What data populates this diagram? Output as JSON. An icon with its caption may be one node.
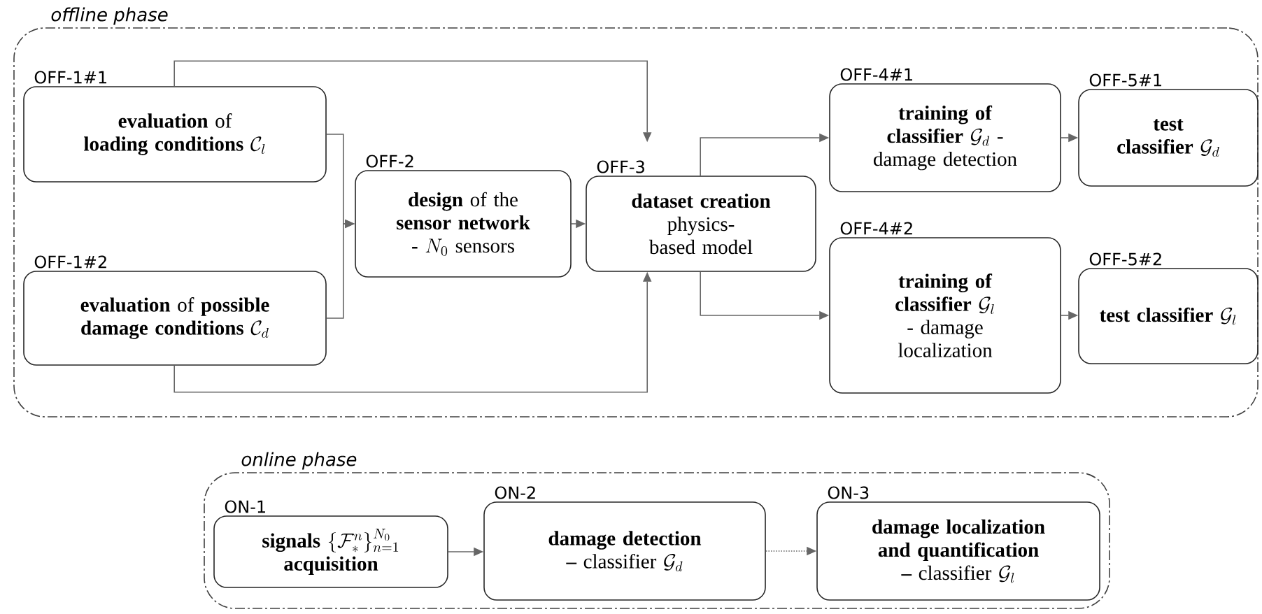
{
  "diagram": {
    "nodes": [
      {
        "text": [
          "offline phase"
        ]
      },
      {
        "text": [
          "OFF-1#1",
          "**evaluation** of **loading conditions**",
          "\\mathcal{C}_l"
        ],
        "in": 0
      },
      {
        "text": [
          "OFF-1#2",
          "**evaluation** of **possible damage conditions**",
          "\\mathcal{C}_d"
        ],
        "in": 0
      },
      {
        "text": [
          "OFF-2",
          "**design** of the **sensor network -**",
          "N_0",
          "sensors"
        ],
        "in": 0
      },
      {
        "text": [
          "OFF-3",
          "**dataset creation** physics-based model"
        ],
        "in": 0
      },
      {
        "text": [
          "OFF-4#1",
          "training of classifier",
          "\\mathcal{G}_d",
          "- damage detection"
        ],
        "in": 0
      },
      {
        "text": [
          "OFF-5#1",
          "test classifier",
          "\\mathcal{G}_d"
        ],
        "in": 0
      },
      {
        "text": [
          "OFF-4#2",
          "training of classifier",
          "\\mathcal{G}_l",
          "- damage localization"
        ],
        "in": 0
      },
      {
        "text": [
          "OFF-5#2",
          "test classifier",
          "\\mathcal{G}_l"
        ],
        "in": 0
      },
      {
        "text": [
          "online phase"
        ]
      },
      {
        "text": [
          "ON-1",
          "signals",
          "\\{\\mathcal{F}^n_*\\}_{n=1}^{N_0}",
          "acquisition"
        ],
        "in": 9
      },
      {
        "text": [
          "ON-2",
          "**damage detection –** classifier",
          "\\mathcal{G}_d"
        ],
        "in": 9
      },
      {
        "text": [
          "ON-3",
          "**damage localization and quantification –** classifier",
          "\\mathcal{G}_l"
        ],
        "in": 9
      }
    ],
    "edges": [
      {
        "from": 1,
        "to": 3,
        "arrow": "to"
      },
      {
        "from": 2,
        "to": 3,
        "arrow": "to"
      },
      {
        "from": 1,
        "to": 4,
        "arrow": "to"
      },
      {
        "from": 2,
        "to": 4,
        "arrow": "to"
      },
      {
        "from": 3,
        "to": 4,
        "arrow": "to"
      },
      {
        "from": 4,
        "to": 5,
        "arrow": "to"
      },
      {
        "from": 4,
        "to": 7,
        "arrow": "to"
      },
      {
        "from": 5,
        "to": 6,
        "arrow": "to"
      },
      {
        "from": 7,
        "to": 8,
        "arrow": "to"
      },
      {
        "from": 10,
        "to": 11,
        "arrow": "to"
      },
      {
        "from": 11,
        "to": 12,
        "arrow": "to",
        "style": "dashed"
      }
    ]
  }
}
